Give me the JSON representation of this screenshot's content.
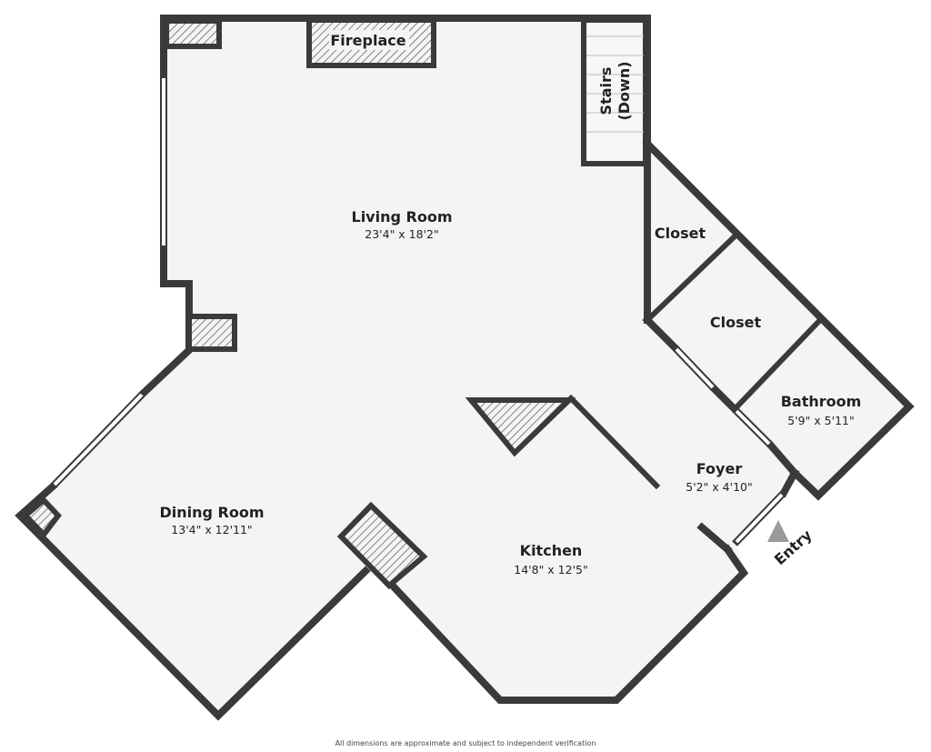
{
  "rooms": {
    "living": {
      "name": "Living Room",
      "dims": "23'4\" x 18'2\""
    },
    "dining": {
      "name": "Dining Room",
      "dims": "13'4\" x 12'11\""
    },
    "kitchen": {
      "name": "Kitchen",
      "dims": "14'8\" x 12'5\""
    },
    "foyer": {
      "name": "Foyer",
      "dims": "5'2\" x 4'10\""
    },
    "bathroom": {
      "name": "Bathroom",
      "dims": "5'9\" x 5'11\""
    },
    "closet_upper": {
      "name": "Closet"
    },
    "closet_lower": {
      "name": "Closet"
    }
  },
  "labels": {
    "fireplace": "Fireplace",
    "stairs_line1": "Stairs",
    "stairs_line2": "(Down)",
    "entry": "Entry"
  },
  "footer": {
    "disclaimer": "All dimensions are approximate and subject to independent verification"
  },
  "colors": {
    "wall": "#3a3a3a",
    "floor": "#f4f4f4",
    "hatch": "#555555",
    "window": "#ffffff",
    "entry_arrow": "#9a9a9a"
  }
}
